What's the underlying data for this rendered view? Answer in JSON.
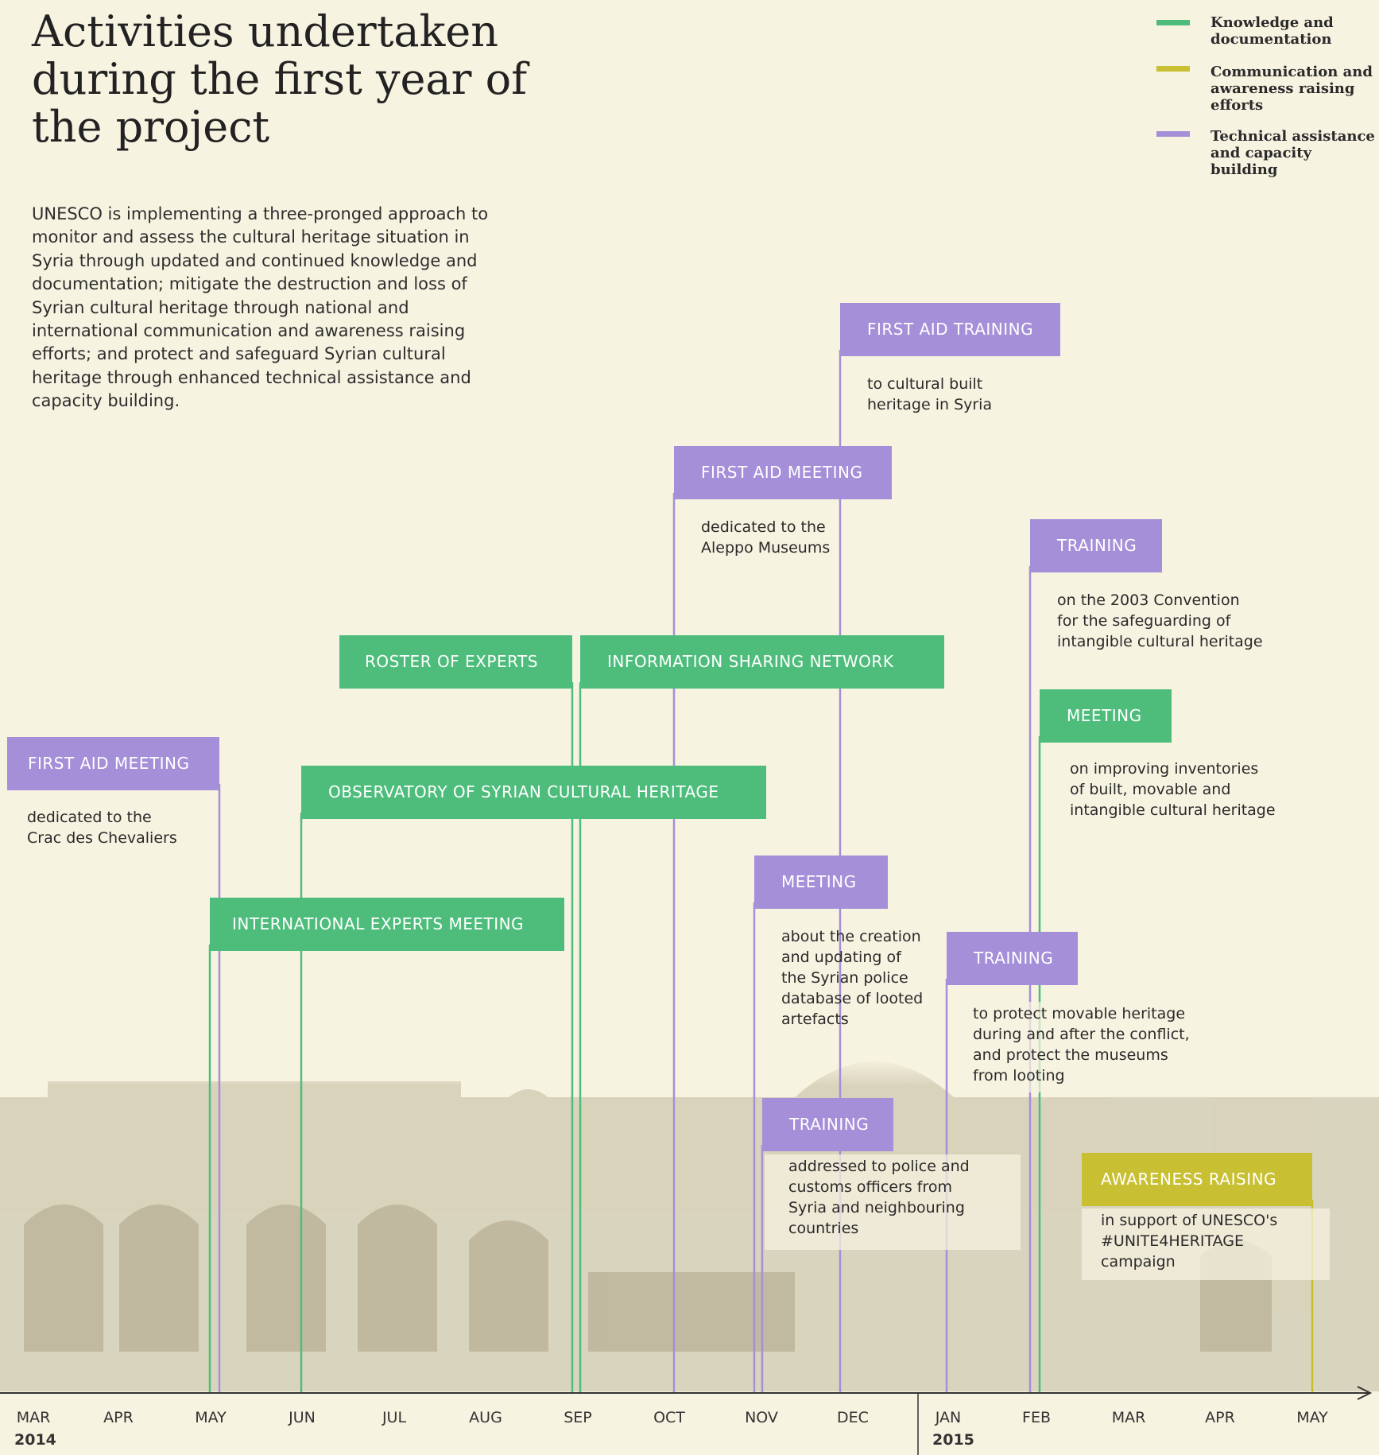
{
  "title": "Activities undertaken during the first year of the project",
  "intro": "UNESCO is implementing a three-pronged approach to monitor and assess the cultural heritage situation in Syria through updated and continued knowledge and documentation; mitigate the destruction and loss of Syrian cultural heritage through national and international communication and awareness raising efforts; and protect and safeguard Syrian cultural heritage through enhanced technical assistance and capacity building.",
  "legend": [
    {
      "label": "Knowledge and documentation",
      "color": "#4ebd7c"
    },
    {
      "label": "Communication and awareness raising efforts",
      "color": "#c8c032"
    },
    {
      "label": "Technical assistance and capacity building",
      "color": "#a48fd8"
    }
  ],
  "colors": {
    "knowledge": "#4ebd7c",
    "communication": "#c8c032",
    "technical": "#a48fd8",
    "axis": "#333333"
  },
  "axis": {
    "months": [
      "MAR",
      "APR",
      "MAY",
      "JUN",
      "JUL",
      "AUG",
      "SEP",
      "OCT",
      "NOV",
      "DEC",
      "JAN",
      "FEB",
      "MAR",
      "APR",
      "MAY"
    ],
    "years": [
      "2014",
      "2015"
    ]
  },
  "activities": [
    {
      "label": "FIRST AID MEETING",
      "desc": "dedicated to the\nCrac des Chevaliers",
      "category": "technical"
    },
    {
      "label": "INTERNATIONAL EXPERTS MEETING",
      "desc": "",
      "category": "knowledge"
    },
    {
      "label": "OBSERVATORY OF SYRIAN CULTURAL HERITAGE",
      "desc": "",
      "category": "knowledge"
    },
    {
      "label": "ROSTER OF EXPERTS",
      "desc": "",
      "category": "knowledge"
    },
    {
      "label": "INFORMATION SHARING NETWORK",
      "desc": "",
      "category": "knowledge"
    },
    {
      "label": "FIRST AID MEETING",
      "desc": "dedicated to the\nAleppo Museums",
      "category": "technical"
    },
    {
      "label": "FIRST AID TRAINING",
      "desc": "to cultural built\nheritage in Syria",
      "category": "technical"
    },
    {
      "label": "MEETING",
      "desc": "about the creation\nand updating of\nthe Syrian police\ndatabase of looted\nartefacts",
      "category": "technical"
    },
    {
      "label": "TRAINING",
      "desc": "addressed to police and\ncustoms officers from\nSyria and neighbouring\ncountries",
      "category": "technical"
    },
    {
      "label": "TRAINING",
      "desc": "to protect movable heritage\nduring and after the conflict,\nand protect the museums\nfrom looting",
      "category": "technical"
    },
    {
      "label": "TRAINING",
      "desc": "on the 2003 Convention\nfor the safeguarding of\nintangible cultural heritage",
      "category": "technical"
    },
    {
      "label": "MEETING",
      "desc": "on improving inventories\nof built, movable and\nintangible cultural heritage",
      "category": "knowledge"
    },
    {
      "label": "AWARENESS RAISING",
      "desc": "in support of UNESCO's\n#UNITE4HERITAGE\ncampaign",
      "category": "communication"
    }
  ]
}
